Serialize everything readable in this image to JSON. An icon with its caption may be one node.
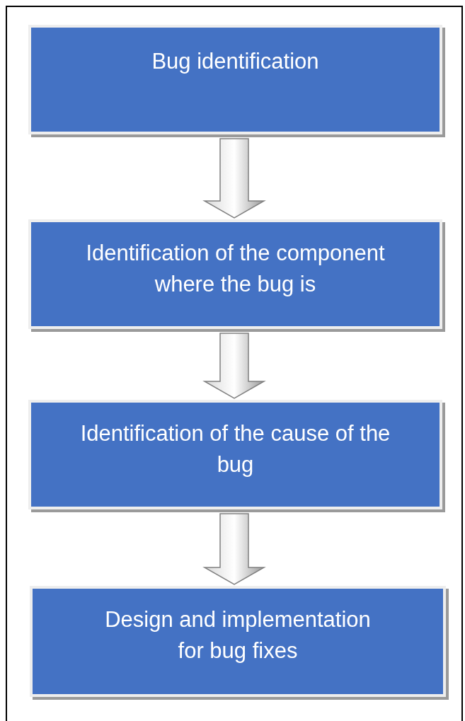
{
  "diagram": {
    "nodes": [
      {
        "text": [
          "Bug identification"
        ]
      },
      {
        "text": [
          "Identification of the component where the bug is"
        ]
      },
      {
        "text": [
          "Identification of the cause of the bug"
        ]
      },
      {
        "text": [
          "Design and implementation for bug fixes"
        ]
      }
    ],
    "edges": [
      {
        "from": 0,
        "to": 1,
        "arrow": "to"
      },
      {
        "from": 1,
        "to": 2,
        "arrow": "to"
      },
      {
        "from": 2,
        "to": 3,
        "arrow": "to"
      }
    ]
  }
}
